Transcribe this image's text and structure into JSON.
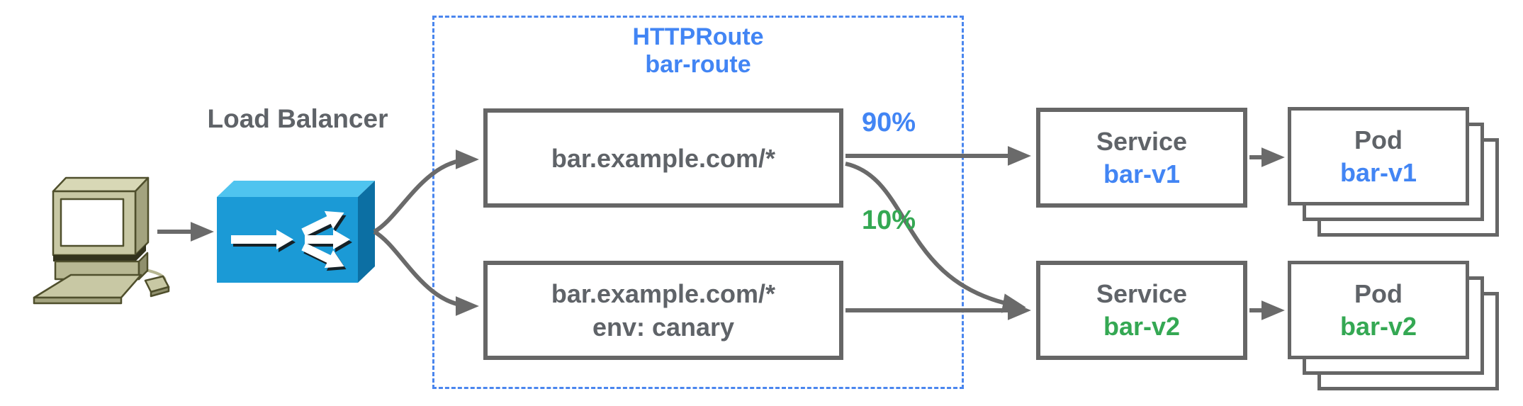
{
  "load_balancer": {
    "label": "Load Balancer"
  },
  "http_route": {
    "kind": "HTTPRoute",
    "name": "bar-route",
    "rules": [
      {
        "match": "bar.example.com/*",
        "weight": "90%"
      },
      {
        "match": "bar.example.com/*",
        "header": "env: canary",
        "weight": "10%"
      }
    ]
  },
  "services": [
    {
      "kind": "Service",
      "name": "bar-v1"
    },
    {
      "kind": "Service",
      "name": "bar-v2"
    }
  ],
  "pods": [
    {
      "kind": "Pod",
      "name": "bar-v1"
    },
    {
      "kind": "Pod",
      "name": "bar-v2"
    }
  ],
  "colors": {
    "accent_blue": "#4285f4",
    "accent_green": "#34a853",
    "text_gray": "#5f6368",
    "line_gray": "#666666",
    "dashed_border_blue": "#4a86ee",
    "lb_front": "#1b9ad6",
    "lb_top": "#4fc4ef",
    "lb_side": "#0c6fa3",
    "computer_body": "#c8c8a4"
  }
}
